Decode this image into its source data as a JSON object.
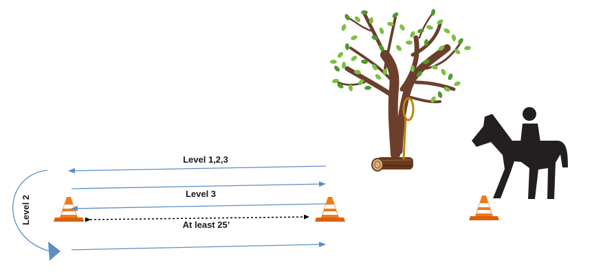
{
  "labels": {
    "level_123": "Level 1,2,3",
    "level_3": "Level 3",
    "level_2": "Level 2",
    "distance": "At least 25’"
  },
  "colors": {
    "arrow": "#5b8ec4",
    "cone_orange": "#f07a1a",
    "cone_stripe": "#ffffff",
    "cone_base": "#d9620c",
    "tree_trunk": "#6b3f2c",
    "leaf": "#7bc043",
    "leaf_dark": "#4e9a2a",
    "log": "#6a3a1f",
    "lasso": "#b8860b",
    "horse": "#231f20",
    "dashed_line": "#000000"
  },
  "icons": [
    "traffic-cone-icon",
    "tree-icon",
    "log-icon",
    "lasso-icon",
    "horse-and-rider-icon"
  ]
}
